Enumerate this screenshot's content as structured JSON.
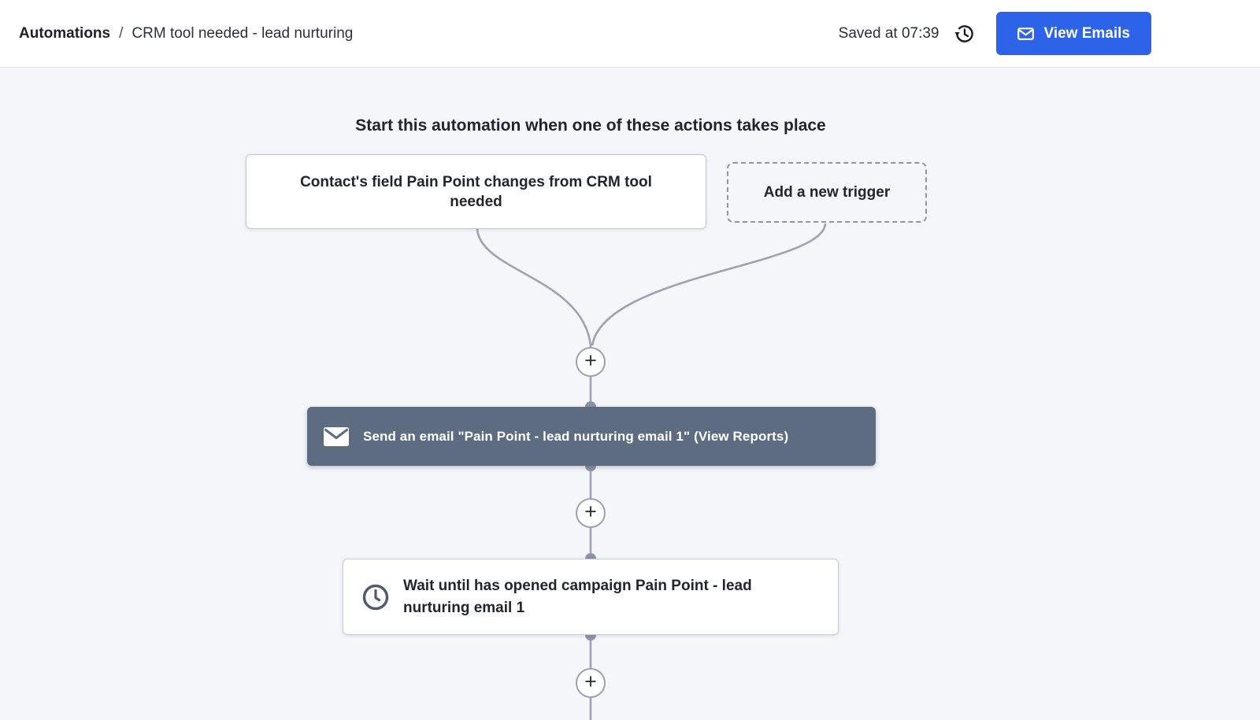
{
  "header": {
    "breadcrumb": {
      "root": "Automations",
      "separator": "/",
      "current": "CRM tool needed - lead nurturing"
    },
    "saved_status": "Saved at 07:39",
    "history_icon": "history-restore-icon",
    "view_emails": {
      "icon": "email-envelope-icon",
      "label": "View Emails"
    }
  },
  "canvas": {
    "heading": "Start this automation when one of these actions takes place",
    "trigger": {
      "label": "Contact's field Pain Point changes from CRM tool needed"
    },
    "add_trigger": {
      "label": "Add a new trigger"
    },
    "email_step": {
      "icon": "envelope-icon",
      "label": "Send an email \"Pain Point - lead nurturing email 1\"",
      "link": "(View Reports)"
    },
    "wait_step": {
      "icon": "clock-icon",
      "label": "Wait until has opened campaign Pain Point - lead nurturing email 1"
    },
    "plus": "+"
  },
  "colors": {
    "accent_blue": "#2d63e8",
    "node_slate": "#5d6c80",
    "canvas_bg": "#f5f6fa",
    "wire": "#9ba3b4"
  }
}
